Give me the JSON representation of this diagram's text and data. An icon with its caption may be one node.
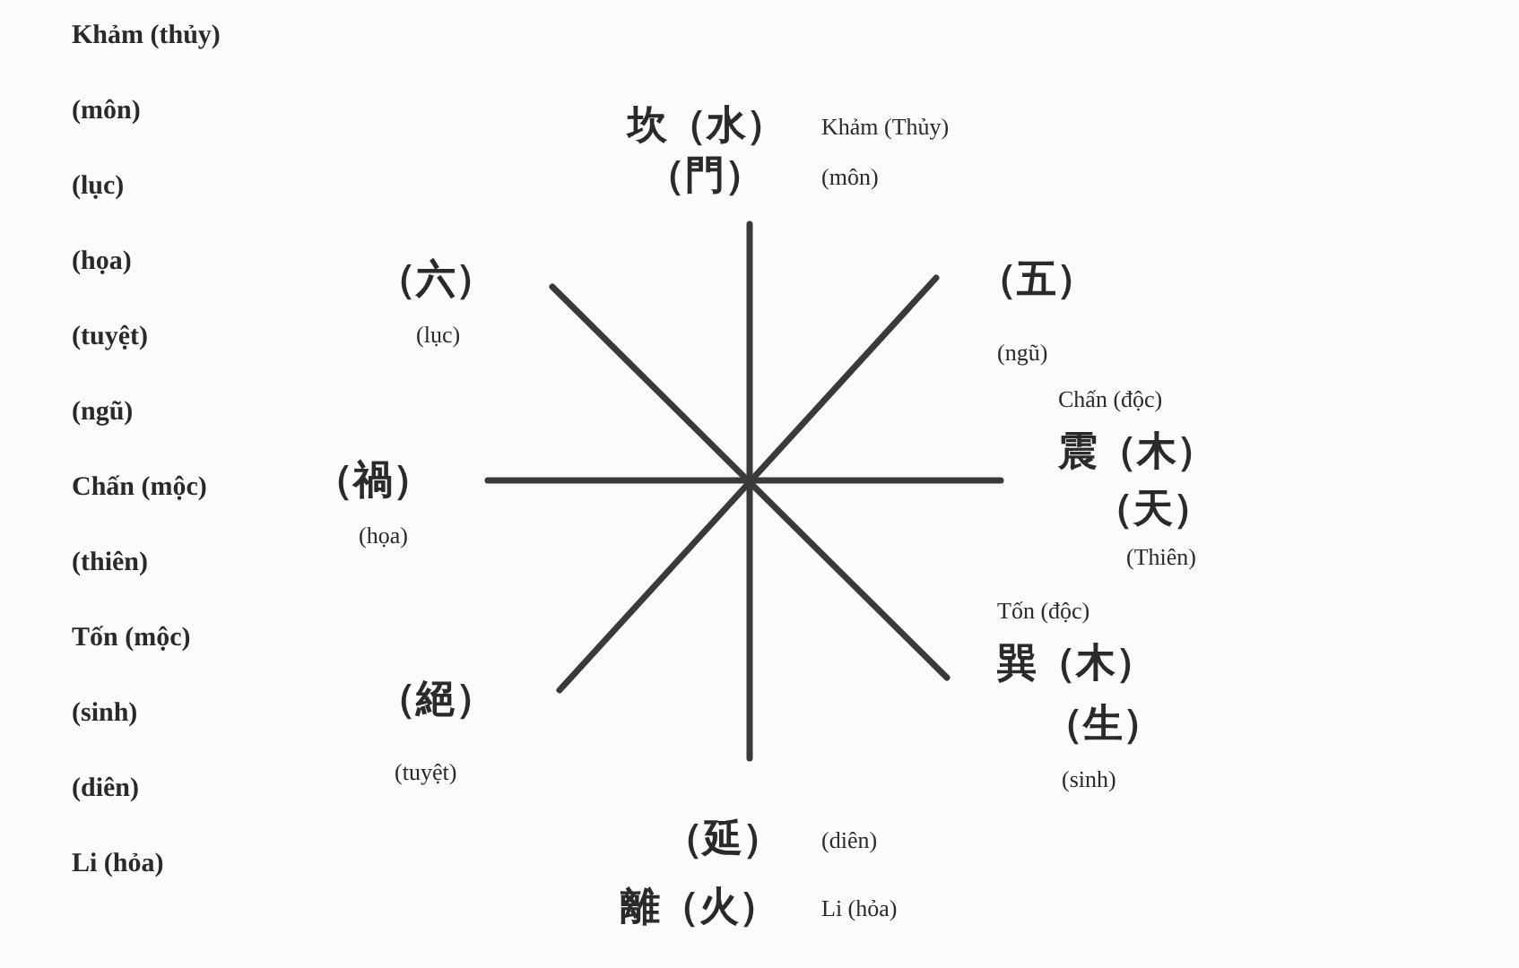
{
  "diagram": {
    "labels": [
      "Khảm (thủy)",
      "(môn)",
      "(lục)",
      "(họa)",
      "(tuyệt)",
      "(ngũ)",
      "Chấn (mộc)",
      "(thiên)",
      "Tốn (mộc)",
      "(sinh)",
      "(diên)",
      "Li (hỏa)",
      "坎（水）",
      "Khảm (Thủy)",
      "（門）",
      "(môn)",
      "（六）",
      "（五）",
      "(lục)",
      "(ngũ)",
      "Chấn (độc)",
      "震（木）",
      "（禍）",
      "（天）",
      "(họa)",
      "(Thiên)",
      "Tốn (độc)",
      "巽（木）",
      "（絕）",
      "（生）",
      "(tuyệt)",
      "(sinh)",
      "（延）",
      "(diên)",
      "離（火）",
      "Li (hỏa)"
    ]
  }
}
